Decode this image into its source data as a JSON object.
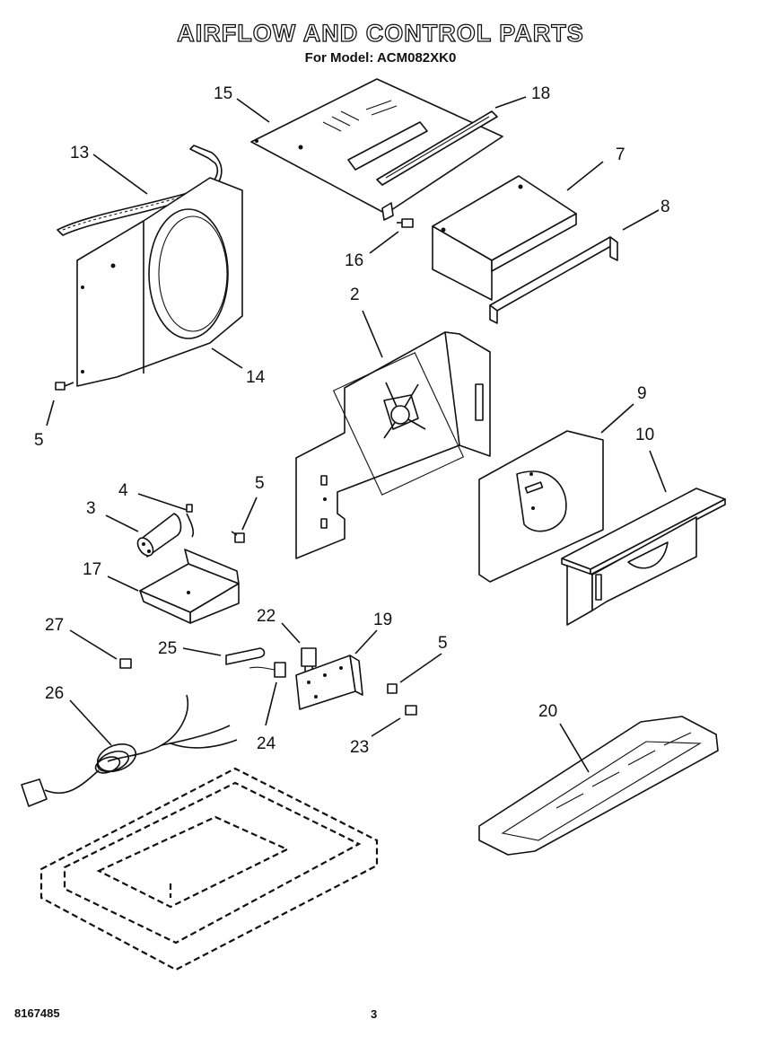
{
  "header": {
    "title": "AIRFLOW AND CONTROL PARTS",
    "subtitle": "For Model: ACM082XK0"
  },
  "footer": {
    "doc_number": "8167485",
    "page_number": "3"
  },
  "callouts": {
    "c15": "15",
    "c18": "18",
    "c13": "13",
    "c7": "7",
    "c8": "8",
    "c16": "16",
    "c2": "2",
    "c14": "14",
    "c5a": "5",
    "c9": "9",
    "c10": "10",
    "c4": "4",
    "c5b": "5",
    "c3": "3",
    "c17": "17",
    "c22": "22",
    "c19": "19",
    "c27": "27",
    "c25": "25",
    "c5c": "5",
    "c26": "26",
    "c24": "24",
    "c23": "23",
    "c20": "20"
  }
}
